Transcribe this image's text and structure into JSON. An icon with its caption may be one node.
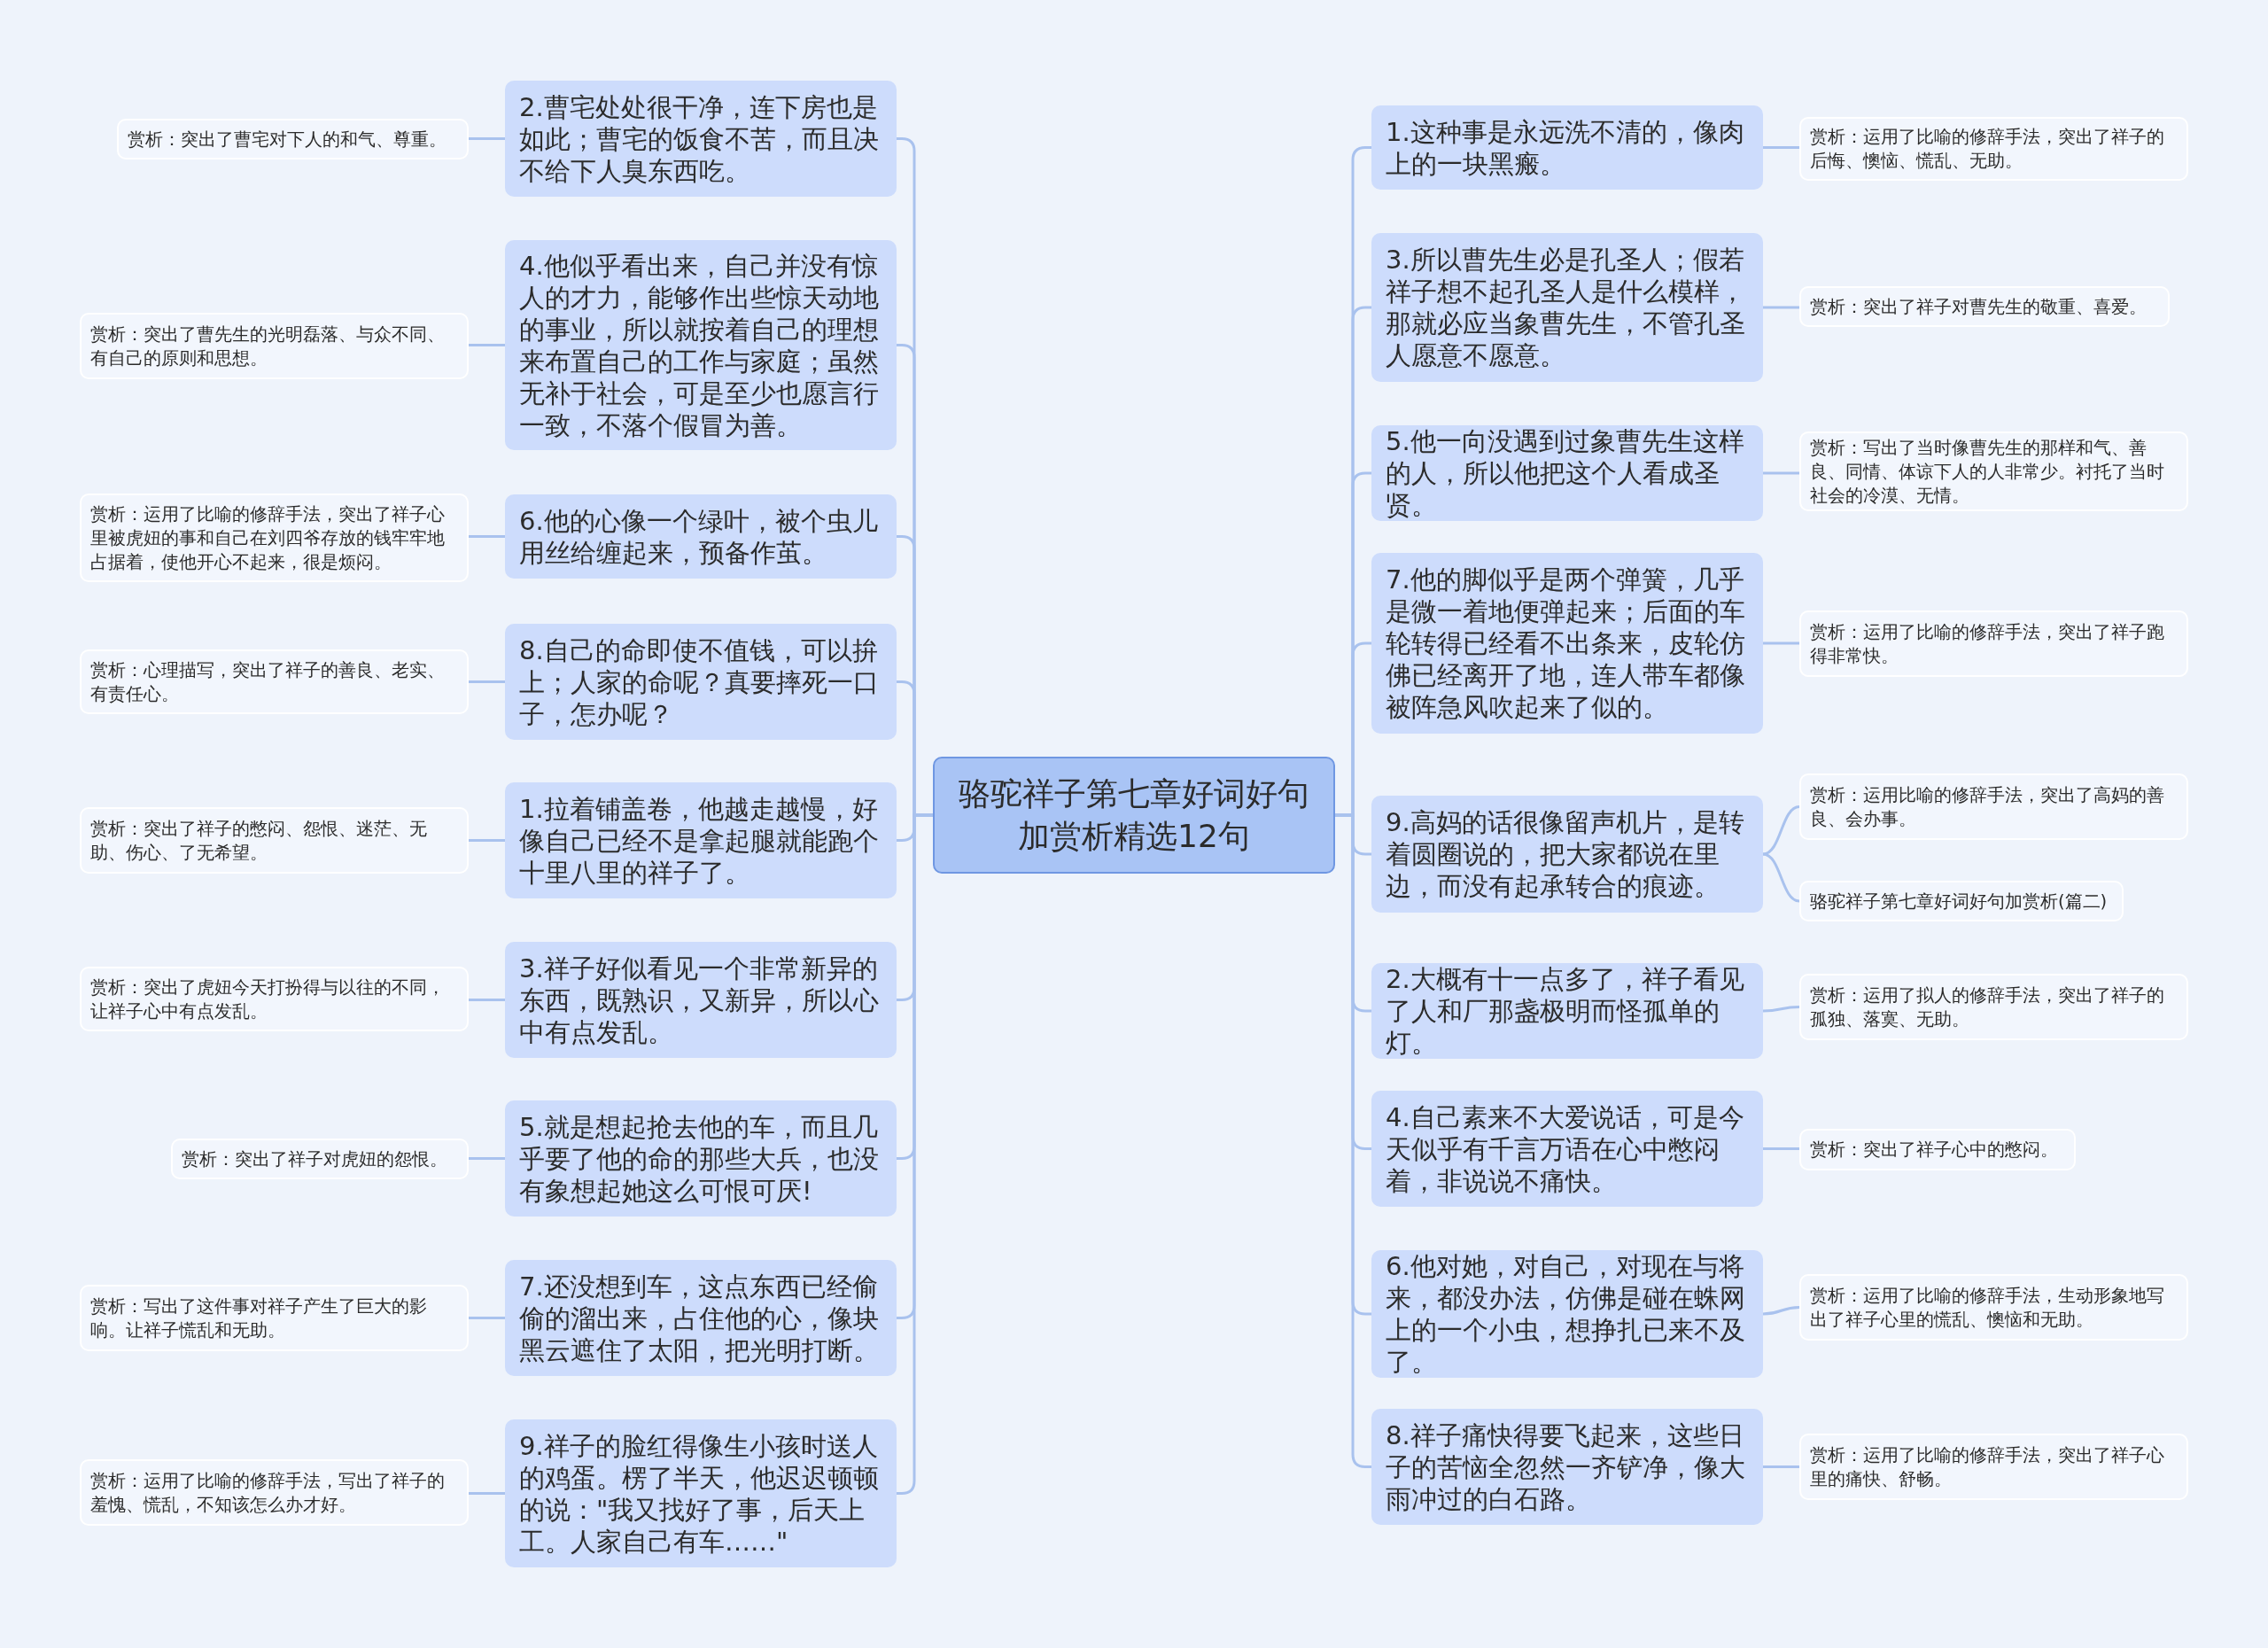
{
  "diagram": {
    "nodes": [
      {
        "text": [
          "骆驼祥子第七章好词好句加赏析精选12句"
        ]
      },
      {
        "text": [
          "2.曹宅处处很干净，连下房也是如此；曹宅的饭食不苦，而且决不给下人臭东西吃。"
        ]
      },
      {
        "text": [
          "赏析：突出了曹宅对下人的和气、尊重。"
        ]
      },
      {
        "text": [
          "4.他似乎看出来，自己并没有惊人的才力，能够作出些惊天动地的事业，所以就按着自己的理想来布置自己的工作与家庭；虽然无补于社会，可是至少也愿言行一致，不落个假冒为善。"
        ]
      },
      {
        "text": [
          "赏析：突出了曹先生的光明磊落、与众不同、有自己的原则和思想。"
        ]
      },
      {
        "text": [
          "6.他的心像一个绿叶，被个虫儿用丝给缠起来，预备作茧。"
        ]
      },
      {
        "text": [
          "赏析：运用了比喻的修辞手法，突出了祥子心里被虎妞的事和自己在刘四爷存放的钱牢牢地占据着，使他开心不起来，很是烦闷。"
        ]
      },
      {
        "text": [
          "8.自己的命即使不值钱，可以拚上；人家的命呢？真要摔死一口子，怎办呢？"
        ]
      },
      {
        "text": [
          "赏析：心理描写，突出了祥子的善良、老实、有责任心。"
        ]
      },
      {
        "text": [
          "1.拉着铺盖卷，他越走越慢，好像自己已经不是拿起腿就能跑个十里八里的祥子了。"
        ]
      },
      {
        "text": [
          "赏析：突出了祥子的憋闷、怨恨、迷茫、无助、伤心、了无希望。"
        ]
      },
      {
        "text": [
          "3.祥子好似看见一个非常新异的东西，既熟识，又新异，所以心中有点发乱。"
        ]
      },
      {
        "text": [
          "赏析：突出了虎妞今天打扮得与以往的不同，让祥子心中有点发乱。"
        ]
      },
      {
        "text": [
          "5.就是想起抢去他的车，而且几乎要了他的命的那些大兵，也没有象想起她这么可恨可厌!"
        ]
      },
      {
        "text": [
          "赏析：突出了祥子对虎妞的怨恨。"
        ]
      },
      {
        "text": [
          "7.还没想到车，这点东西已经偷偷的溜出来，占住他的心，像块黑云遮住了太阳，把光明打断。"
        ]
      },
      {
        "text": [
          "赏析：写出了这件事对祥子产生了巨大的影响。让祥子慌乱和无助。"
        ]
      },
      {
        "text": [
          "9.祥子的脸红得像生小孩时送人的鸡蛋。楞了半天，他迟迟顿顿的说：\"我又找好了事，后天上工。人家自己有车……\""
        ]
      },
      {
        "text": [
          "赏析：运用了比喻的修辞手法，写出了祥子的羞愧、慌乱，不知该怎么办才好。"
        ]
      },
      {
        "text": [
          "1.这种事是永远洗不清的，像肉上的一块黑瘢。"
        ]
      },
      {
        "text": [
          "赏析：运用了比喻的修辞手法，突出了祥子的后悔、懊恼、慌乱、无助。"
        ]
      },
      {
        "text": [
          "3.所以曹先生必是孔圣人；假若祥子想不起孔圣人是什么模样，那就必应当象曹先生，不管孔圣人愿意不愿意。"
        ]
      },
      {
        "text": [
          "赏析：突出了祥子对曹先生的敬重、喜爱。"
        ]
      },
      {
        "text": [
          "5.他一向没遇到过象曹先生这样的人，所以他把这个人看成圣贤。"
        ]
      },
      {
        "text": [
          "赏析：写出了当时像曹先生的那样和气、善良、同情、体谅下人的人非常少。衬托了当时社会的冷漠、无情。"
        ]
      },
      {
        "text": [
          "7.他的脚似乎是两个弹簧，几乎是微一着地便弹起来；后面的车轮转得已经看不出条来，皮轮仿佛已经离开了地，连人带车都像被阵急风吹起来了似的。"
        ]
      },
      {
        "text": [
          "赏析：运用了比喻的修辞手法，突出了祥子跑得非常快。"
        ]
      },
      {
        "text": [
          "9.高妈的话很像留声机片，是转着圆圈说的，把大家都说在里边，而没有起承转合的痕迹。"
        ]
      },
      {
        "text": [
          "赏析：运用比喻的修辞手法，突出了高妈的善良、会办事。"
        ]
      },
      {
        "text": [
          "骆驼祥子第七章好词好句加赏析(篇二)"
        ]
      },
      {
        "text": [
          "2.大概有十一点多了，祥子看见了人和厂那盏极明而怪孤单的灯。"
        ]
      },
      {
        "text": [
          "赏析：运用了拟人的修辞手法，突出了祥子的孤独、落寞、无助。"
        ]
      },
      {
        "text": [
          "4.自己素来不大爱说话，可是今天似乎有千言万语在心中憋闷着，非说说不痛快。"
        ]
      },
      {
        "text": [
          "赏析：突出了祥子心中的憋闷。"
        ]
      },
      {
        "text": [
          "6.他对她，对自己，对现在与将来，都没办法，仿佛是碰在蛛网上的一个小虫，想挣扎已来不及了。"
        ]
      },
      {
        "text": [
          "赏析：运用了比喻的修辞手法，生动形象地写出了祥子心里的慌乱、懊恼和无助。"
        ]
      },
      {
        "text": [
          "8.祥子痛快得要飞起来，这些日子的苦恼全忽然一齐铲净，像大雨冲过的白石路。"
        ]
      },
      {
        "text": [
          "赏析：运用了比喻的修辞手法，突出了祥子心里的痛快、舒畅。"
        ]
      }
    ],
    "edges": [
      {
        "from": 0,
        "to": 1,
        "arrow": "none"
      },
      {
        "from": 1,
        "to": 2,
        "arrow": "none"
      },
      {
        "from": 0,
        "to": 3,
        "arrow": "none"
      },
      {
        "from": 3,
        "to": 4,
        "arrow": "none"
      },
      {
        "from": 0,
        "to": 5,
        "arrow": "none"
      },
      {
        "from": 5,
        "to": 6,
        "arrow": "none"
      },
      {
        "from": 0,
        "to": 7,
        "arrow": "none"
      },
      {
        "from": 7,
        "to": 8,
        "arrow": "none"
      },
      {
        "from": 0,
        "to": 9,
        "arrow": "none"
      },
      {
        "from": 9,
        "to": 10,
        "arrow": "none"
      },
      {
        "from": 0,
        "to": 11,
        "arrow": "none"
      },
      {
        "from": 11,
        "to": 12,
        "arrow": "none"
      },
      {
        "from": 0,
        "to": 13,
        "arrow": "none"
      },
      {
        "from": 13,
        "to": 14,
        "arrow": "none"
      },
      {
        "from": 0,
        "to": 15,
        "arrow": "none"
      },
      {
        "from": 15,
        "to": 16,
        "arrow": "none"
      },
      {
        "from": 0,
        "to": 17,
        "arrow": "none"
      },
      {
        "from": 17,
        "to": 18,
        "arrow": "none"
      },
      {
        "from": 0,
        "to": 19,
        "arrow": "none"
      },
      {
        "from": 19,
        "to": 20,
        "arrow": "none"
      },
      {
        "from": 0,
        "to": 21,
        "arrow": "none"
      },
      {
        "from": 21,
        "to": 22,
        "arrow": "none"
      },
      {
        "from": 0,
        "to": 23,
        "arrow": "none"
      },
      {
        "from": 23,
        "to": 24,
        "arrow": "none"
      },
      {
        "from": 0,
        "to": 25,
        "arrow": "none"
      },
      {
        "from": 25,
        "to": 26,
        "arrow": "none"
      },
      {
        "from": 0,
        "to": 27,
        "arrow": "none"
      },
      {
        "from": 27,
        "to": 28,
        "arrow": "none"
      },
      {
        "from": 27,
        "to": 29,
        "arrow": "none"
      },
      {
        "from": 0,
        "to": 30,
        "arrow": "none"
      },
      {
        "from": 30,
        "to": 31,
        "arrow": "none"
      },
      {
        "from": 0,
        "to": 32,
        "arrow": "none"
      },
      {
        "from": 32,
        "to": 33,
        "arrow": "none"
      },
      {
        "from": 0,
        "to": 34,
        "arrow": "none"
      },
      {
        "from": 34,
        "to": 35,
        "arrow": "none"
      },
      {
        "from": 0,
        "to": 36,
        "arrow": "none"
      },
      {
        "from": 36,
        "to": 37,
        "arrow": "none"
      }
    ]
  }
}
